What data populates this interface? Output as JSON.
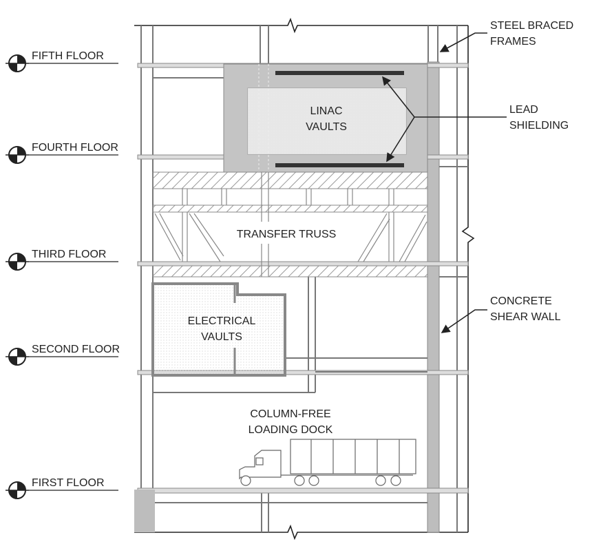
{
  "levels": [
    {
      "label": "FIFTH FLOOR"
    },
    {
      "label": "FOURTH FLOOR"
    },
    {
      "label": "THIRD FLOOR"
    },
    {
      "label": "SECOND FLOOR"
    },
    {
      "label": "FIRST FLOOR"
    }
  ],
  "annotations": {
    "steel_braced_1": "STEEL BRACED",
    "steel_braced_2": "FRAMES",
    "lead_1": "LEAD",
    "lead_2": "SHIELDING",
    "concrete_1": "CONCRETE",
    "concrete_2": "SHEAR WALL"
  },
  "spaces": {
    "linac_1": "LINAC",
    "linac_2": "VAULTS",
    "truss": "TRANSFER TRUSS",
    "electrical_1": "ELECTRICAL",
    "electrical_2": "VAULTS",
    "dock_1": "COLUMN-FREE",
    "dock_2": "LOADING DOCK"
  },
  "colors": {
    "wall": "#bdbdbd",
    "lead": "#333333",
    "line": "#777777"
  }
}
